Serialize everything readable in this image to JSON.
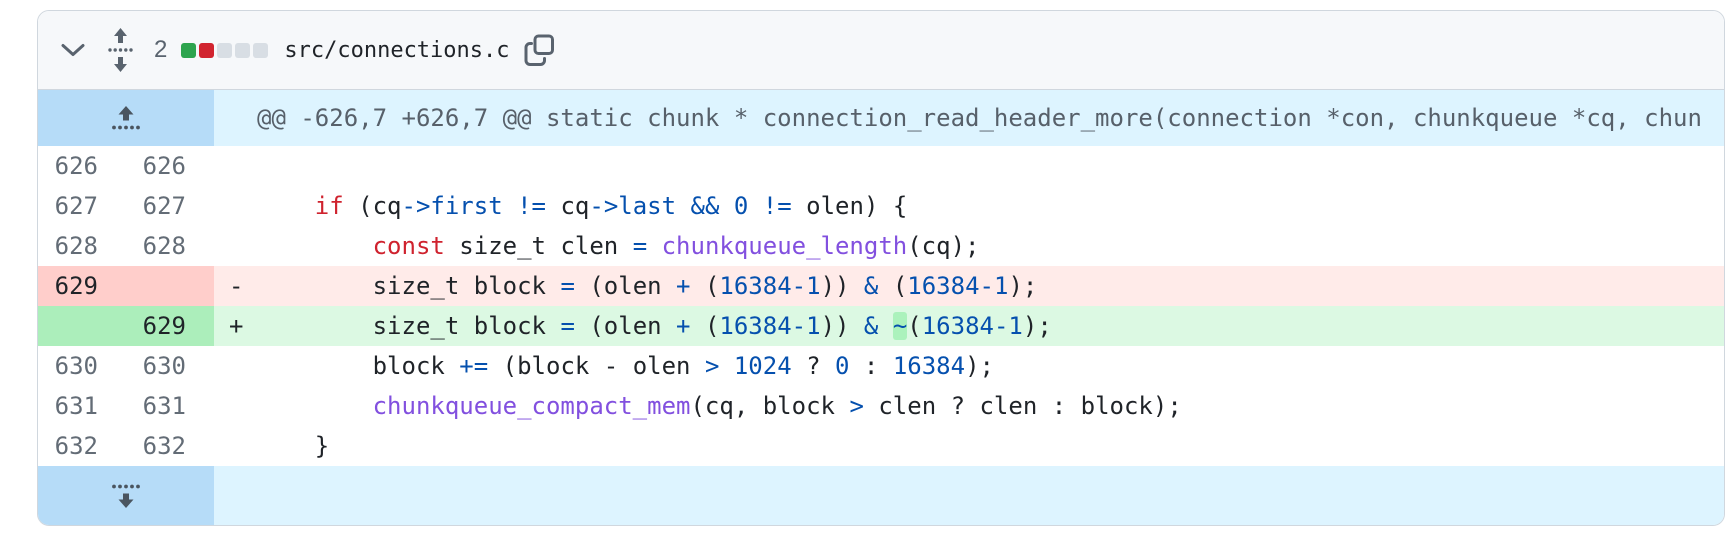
{
  "file_header": {
    "changes_count": "2",
    "filename": "src/connections.c",
    "diffstat_squares": [
      "addition",
      "deletion",
      "neutral",
      "neutral",
      "neutral"
    ]
  },
  "hunk": {
    "header": "@@ -626,7 +626,7 @@ static chunk * connection_read_header_more(connection *con, chunkqueue *cq, chun"
  },
  "icons": {
    "chevron_collapse": "chevron-down",
    "expand_all": "unfold (up/down arrows over dotted line)",
    "copy_path": "copy (two overlapping squares)",
    "expand_up": "arrow-up over dotted line",
    "expand_down": "dotted line over arrow-down"
  },
  "colors": {
    "addition_square": "#2da44e",
    "deletion_square": "#d1242f",
    "neutral_square": "#d8dee4",
    "addition_line_bg": "#dcf9e3",
    "addition_gutter_bg": "#aceebb",
    "deletion_line_bg": "#ffebe9",
    "deletion_gutter_bg": "#ffcecb",
    "hunk_row_bg": "#ddf4ff",
    "expander_gutter_bg": "#b6dcf8",
    "keyword": "#cf222e",
    "constant_operator": "#0550ae",
    "function_call": "#8250df",
    "word_highlight": "#abf2bc"
  },
  "diff": {
    "rows": [
      {
        "kind": "context",
        "old": "626",
        "new": "626",
        "sign": "",
        "tokens": []
      },
      {
        "kind": "context",
        "old": "627",
        "new": "627",
        "sign": "",
        "tokens": [
          {
            "t": "    "
          },
          {
            "t": "if",
            "c": "k"
          },
          {
            "t": " (cq"
          },
          {
            "t": "->first",
            "c": "b"
          },
          {
            "t": " "
          },
          {
            "t": "!=",
            "c": "b"
          },
          {
            "t": " cq"
          },
          {
            "t": "->last",
            "c": "b"
          },
          {
            "t": " "
          },
          {
            "t": "&&",
            "c": "b"
          },
          {
            "t": " "
          },
          {
            "t": "0",
            "c": "b"
          },
          {
            "t": " "
          },
          {
            "t": "!=",
            "c": "b"
          },
          {
            "t": " olen) {"
          }
        ]
      },
      {
        "kind": "context",
        "old": "628",
        "new": "628",
        "sign": "",
        "tokens": [
          {
            "t": "        "
          },
          {
            "t": "const",
            "c": "k"
          },
          {
            "t": " size_t clen "
          },
          {
            "t": "=",
            "c": "b"
          },
          {
            "t": " "
          },
          {
            "t": "chunkqueue_length",
            "c": "f"
          },
          {
            "t": "(cq);"
          }
        ]
      },
      {
        "kind": "del",
        "old": "629",
        "new": "",
        "sign": "-",
        "tokens": [
          {
            "t": "        size_t block "
          },
          {
            "t": "=",
            "c": "b"
          },
          {
            "t": " (olen "
          },
          {
            "t": "+",
            "c": "b"
          },
          {
            "t": " ("
          },
          {
            "t": "16384-1",
            "c": "b"
          },
          {
            "t": ")) "
          },
          {
            "t": "&",
            "c": "b"
          },
          {
            "t": " ("
          },
          {
            "t": "16384-1",
            "c": "b"
          },
          {
            "t": ");"
          }
        ]
      },
      {
        "kind": "add",
        "old": "",
        "new": "629",
        "sign": "+",
        "tokens": [
          {
            "t": "        size_t block "
          },
          {
            "t": "=",
            "c": "b"
          },
          {
            "t": " (olen "
          },
          {
            "t": "+",
            "c": "b"
          },
          {
            "t": " ("
          },
          {
            "t": "16384-1",
            "c": "b"
          },
          {
            "t": ")) "
          },
          {
            "t": "&",
            "c": "b"
          },
          {
            "t": " "
          },
          {
            "t": "~",
            "c": "b",
            "hl": true
          },
          {
            "t": "("
          },
          {
            "t": "16384-1",
            "c": "b"
          },
          {
            "t": ");"
          }
        ]
      },
      {
        "kind": "context",
        "old": "630",
        "new": "630",
        "sign": "",
        "tokens": [
          {
            "t": "        block "
          },
          {
            "t": "+=",
            "c": "b"
          },
          {
            "t": " (block - olen "
          },
          {
            "t": ">",
            "c": "b"
          },
          {
            "t": " "
          },
          {
            "t": "1024",
            "c": "b"
          },
          {
            "t": " ? "
          },
          {
            "t": "0",
            "c": "b"
          },
          {
            "t": " : "
          },
          {
            "t": "16384",
            "c": "b"
          },
          {
            "t": ");"
          }
        ]
      },
      {
        "kind": "context",
        "old": "631",
        "new": "631",
        "sign": "",
        "tokens": [
          {
            "t": "        "
          },
          {
            "t": "chunkqueue_compact_mem",
            "c": "f"
          },
          {
            "t": "(cq, block "
          },
          {
            "t": ">",
            "c": "b"
          },
          {
            "t": " clen ? clen : block);"
          }
        ]
      },
      {
        "kind": "context",
        "old": "632",
        "new": "632",
        "sign": "",
        "tokens": [
          {
            "t": "    }"
          }
        ]
      }
    ]
  }
}
